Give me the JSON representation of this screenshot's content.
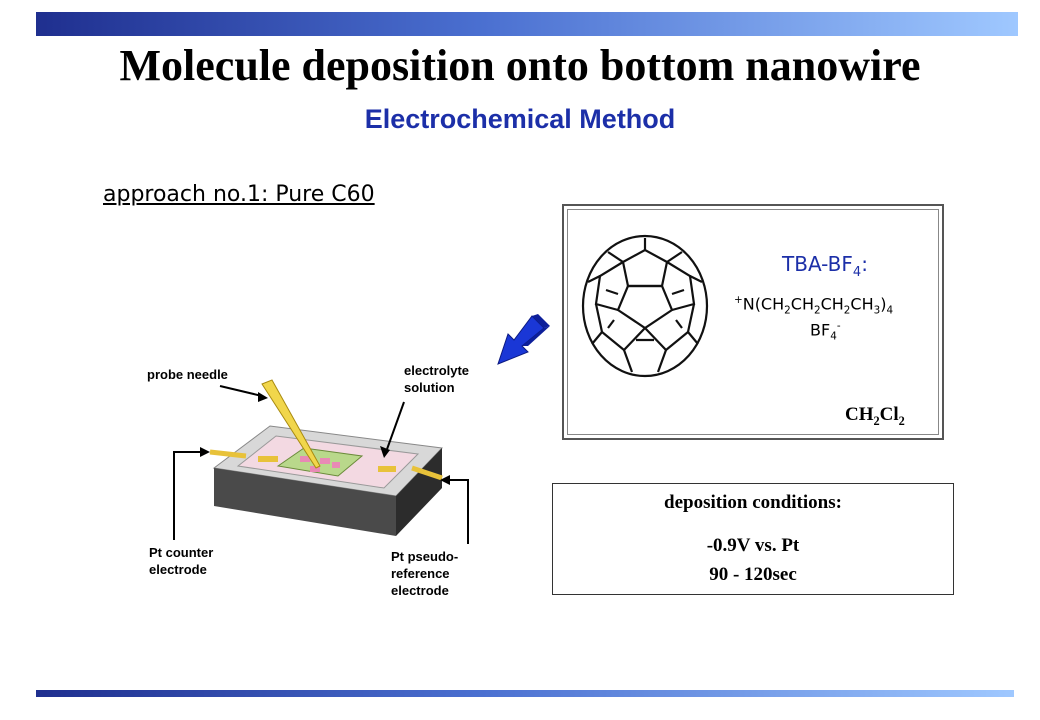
{
  "title": "Molecule deposition onto bottom nanowire",
  "subtitle": "Electrochemical Method",
  "approach": "approach no.1:  Pure C60",
  "molecule_box": {
    "salt_name": "TBA-BF",
    "salt_sub": "4",
    "salt_colon": ":",
    "cation_prefix": "+",
    "cation_parts": [
      "N(CH",
      "2",
      "CH",
      "2",
      "CH",
      "2",
      "CH",
      "3",
      ")",
      "4"
    ],
    "anion_base": "BF",
    "anion_sub": "4",
    "anion_sup": "-",
    "solvent_parts": [
      "CH",
      "2",
      "Cl",
      "2"
    ]
  },
  "deposition": {
    "title": "deposition conditions:",
    "voltage": "-0.9V vs. Pt",
    "time": "90 - 120sec"
  },
  "device_labels": {
    "probe": "probe needle",
    "electrolyte_1": "electrolyte",
    "electrolyte_2": "solution",
    "counter_1": "Pt counter",
    "counter_2": "electrode",
    "pseudo_1": "Pt pseudo-",
    "pseudo_2": "reference",
    "pseudo_3": "electrode"
  },
  "colors": {
    "accent": "#1c2fa8",
    "arrow": "#1a37d6"
  }
}
